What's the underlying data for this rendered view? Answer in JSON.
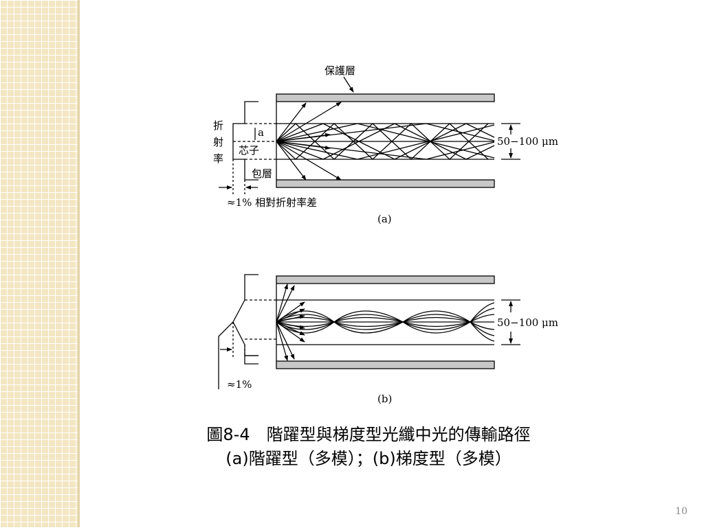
{
  "diagram": {
    "a": {
      "protective_layer": "保護層",
      "refractive_index_vertical": [
        "折",
        "射",
        "率"
      ],
      "core_radius": "a",
      "core": "芯子",
      "cladding": "包層",
      "index_difference": "≈1% 相對折射率差",
      "core_diameter": "50−100 μm",
      "panel_label": "(a)"
    },
    "b": {
      "index_difference": "≈1%",
      "core_diameter": "50−100 μm",
      "panel_label": "(b)"
    }
  },
  "caption": {
    "line1": "圖8-4　階躍型與梯度型光纖中光的傳輸路徑",
    "line2": "(a)階躍型（多模）；(b)梯度型（多模）"
  },
  "page_number": "10"
}
